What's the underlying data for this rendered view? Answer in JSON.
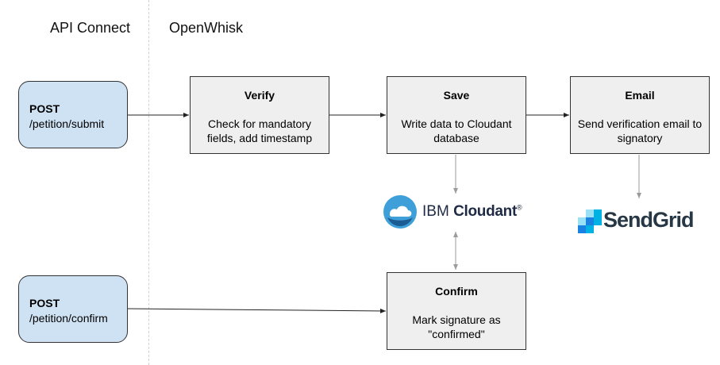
{
  "columns": {
    "api_connect": "API Connect",
    "openwhisk": "OpenWhisk"
  },
  "endpoints": {
    "submit": {
      "method": "POST",
      "path": "/petition/submit"
    },
    "confirm": {
      "method": "POST",
      "path": "/petition/confirm"
    }
  },
  "actions": {
    "verify": {
      "title": "Verify",
      "description": "Check for mandatory fields, add timestamp"
    },
    "save": {
      "title": "Save",
      "description": "Write data to Cloudant database"
    },
    "email": {
      "title": "Email",
      "description": "Send verification email to signatory"
    },
    "confirm": {
      "title": "Confirm",
      "description": "Mark signature as \"confirmed\""
    }
  },
  "services": {
    "cloudant": {
      "prefix": "IBM",
      "name": "Cloudant",
      "mark": "®",
      "brand_color": "#3f9fd9"
    },
    "sendgrid": {
      "name": "SendGrid",
      "brand_color": "#1a82e2"
    }
  }
}
